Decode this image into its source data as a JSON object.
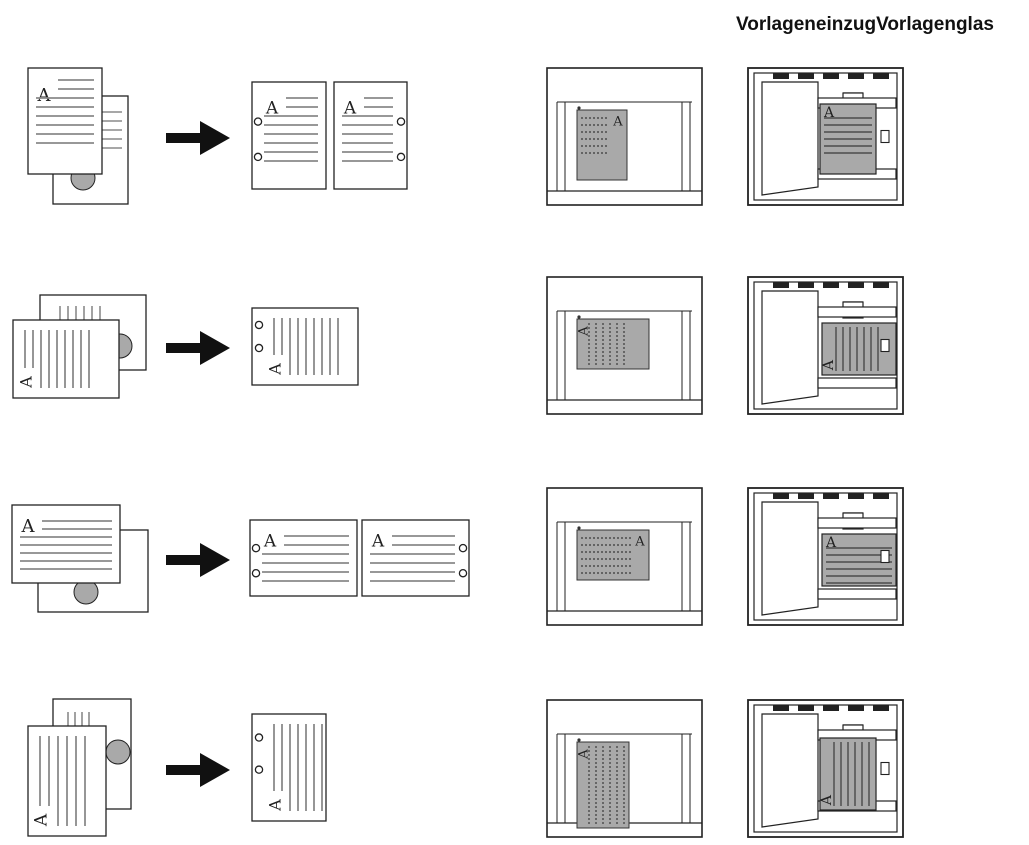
{
  "header": {
    "label_left": "Vorlageneinzug",
    "label_right": "Vorlagenglas"
  },
  "page_letter": "A",
  "colors": {
    "line": "#222222",
    "text_line": "#8a8a8a",
    "gray_fill": "#a9a9a9",
    "arrow": "#111111"
  },
  "rows": [
    {
      "id": "row-1",
      "original": "portrait-stack",
      "result": "two-portrait-pages-hole-left-and-right",
      "glass_view": "portrait-upright",
      "feeder_view": "portrait-upright"
    },
    {
      "id": "row-2",
      "original": "landscape-stack-rotated-text",
      "result": "single-landscape-page-hole-left",
      "glass_view": "landscape-rotated",
      "feeder_view": "landscape-rotated"
    },
    {
      "id": "row-3",
      "original": "landscape-stack-upright-text",
      "result": "two-landscape-pages-hole-left-and-right",
      "glass_view": "landscape-upright",
      "feeder_view": "landscape-upright"
    },
    {
      "id": "row-4",
      "original": "portrait-stack-rotated-text",
      "result": "single-portrait-page-hole-left",
      "glass_view": "portrait-rotated",
      "feeder_view": "portrait-rotated"
    }
  ]
}
